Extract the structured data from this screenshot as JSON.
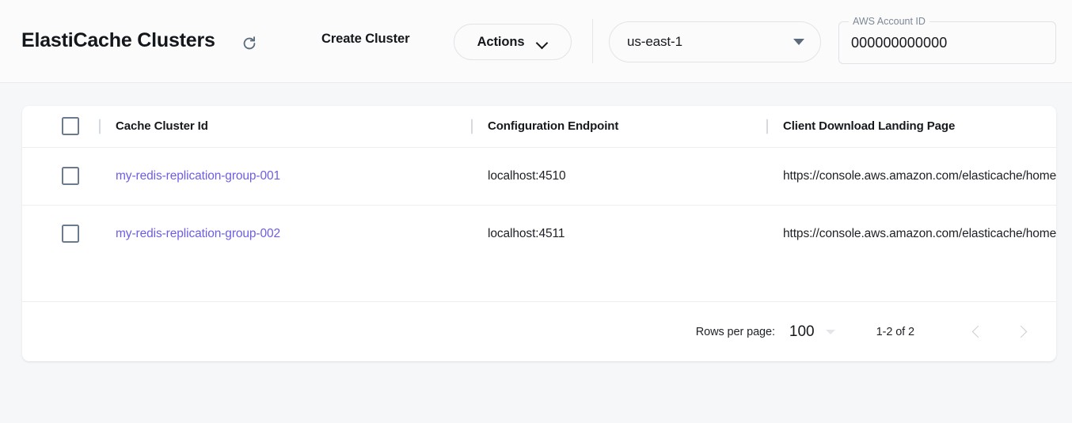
{
  "header": {
    "title": "ElastiCache Clusters",
    "refresh_icon": "refresh-icon",
    "create_cluster_label": "Create Cluster",
    "actions_label": "Actions",
    "actions_caret_icon": "chevron-down-icon",
    "region": {
      "value": "us-east-1",
      "caret_icon": "caret-down-icon"
    },
    "account": {
      "label": "AWS Account ID",
      "value": "000000000000",
      "placeholder": "AWS Account ID"
    }
  },
  "table": {
    "select_all_checkbox": "select-all",
    "columns": [
      {
        "key": "id",
        "label": "Cache Cluster Id"
      },
      {
        "key": "endpoint",
        "label": "Configuration Endpoint"
      },
      {
        "key": "landing",
        "label": "Client Download Landing Page"
      }
    ],
    "rows": [
      {
        "id": "my-redis-replication-group-001",
        "endpoint": "localhost:4510",
        "landing": "https://console.aws.amazon.com/elasticache/home"
      },
      {
        "id": "my-redis-replication-group-002",
        "endpoint": "localhost:4511",
        "landing": "https://console.aws.amazon.com/elasticache/home"
      }
    ]
  },
  "pagination": {
    "rows_per_page_label": "Rows per page:",
    "rows_per_page_value": "100",
    "range_label": "1-2 of 2",
    "prev_icon": "chevron-left-icon",
    "next_icon": "chevron-right-icon"
  },
  "colors": {
    "link": "#6d5de6",
    "page_bg": "#f6f7f9",
    "card_bg": "#ffffff"
  }
}
